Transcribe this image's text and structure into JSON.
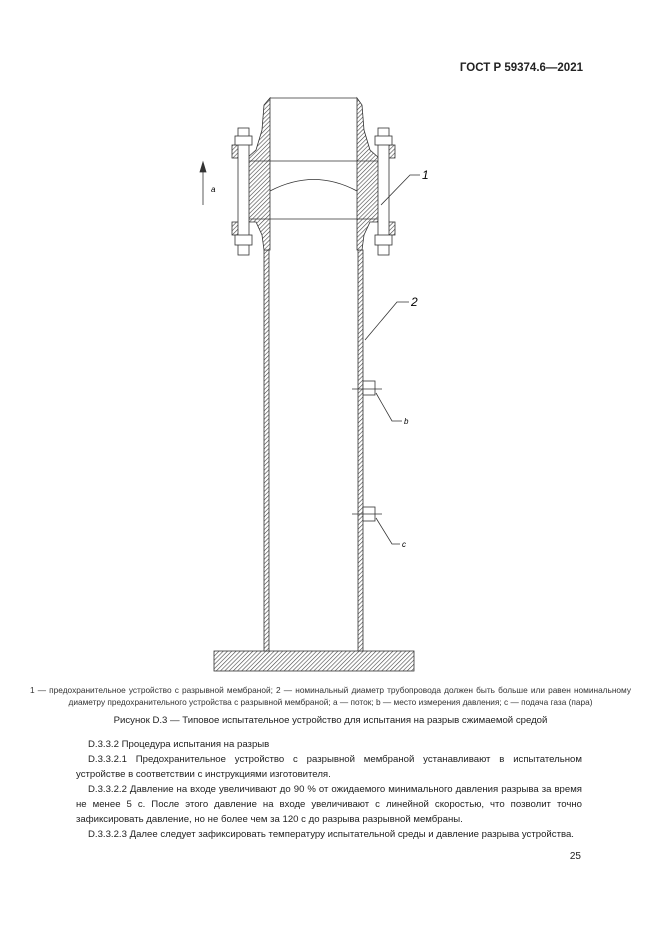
{
  "header": {
    "standard": "ГОСТ Р 59374.6—2021"
  },
  "figure": {
    "labels": {
      "one": "1",
      "two": "2",
      "a": "а",
      "b": "b",
      "c": "c"
    },
    "legend": "1 — предохранительное устройство с разрывной мембраной; 2 — номинальный диаметр трубопровода должен быть больше или равен номинальному диаметру предохранительного устройства с разрывной мембраной; а — поток; b — место измерения давления; с — подача газа (пара)",
    "caption": "Рисунок D.3 — Типовое испытательное устройство для испытания на разрыв сжимаемой средой"
  },
  "body": {
    "paragraphs": [
      "D.3.3.2 Процедура испытания на разрыв",
      "D.3.3.2.1 Предохранительное устройство с разрывной мембраной устанавливают в испытательном устройстве в соответствии с инструкциями изготовителя.",
      "D.3.3.2.2 Давление на входе увеличивают до 90 % от ожидаемого минимального давления разрыва за время не менее 5 с. После этого давление на входе увеличивают с линейной скоростью, что позволит точно зафиксировать давление, но не более чем за 120 с до разрыва разрывной мембраны.",
      "D.3.3.2.3 Далее следует зафиксировать температуру испытательной среды и давление разрыва устройства."
    ]
  },
  "footer": {
    "page_number": "25"
  }
}
